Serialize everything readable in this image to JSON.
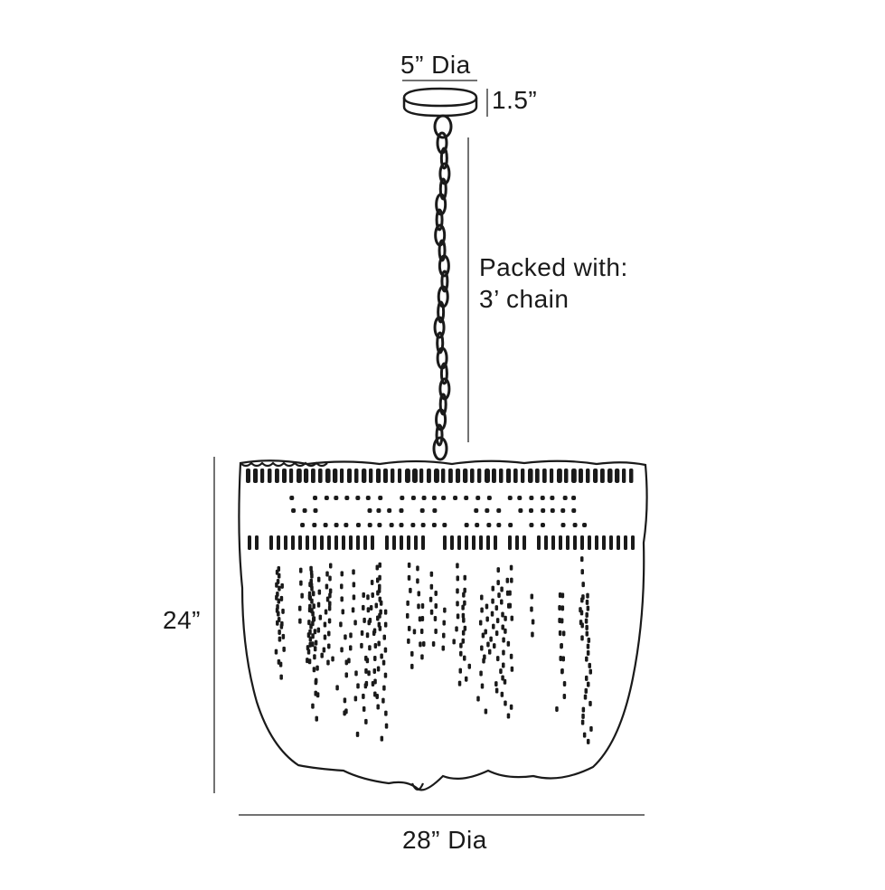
{
  "dimensions": {
    "canopy_diameter": "5” Dia",
    "canopy_height": "1.5”",
    "chain_note_line1": "Packed with:",
    "chain_note_line2": "3’ chain",
    "fixture_height": "24”",
    "fixture_diameter": "28” Dia"
  },
  "colors": {
    "line": "#1a1a1a",
    "background": "#ffffff"
  }
}
